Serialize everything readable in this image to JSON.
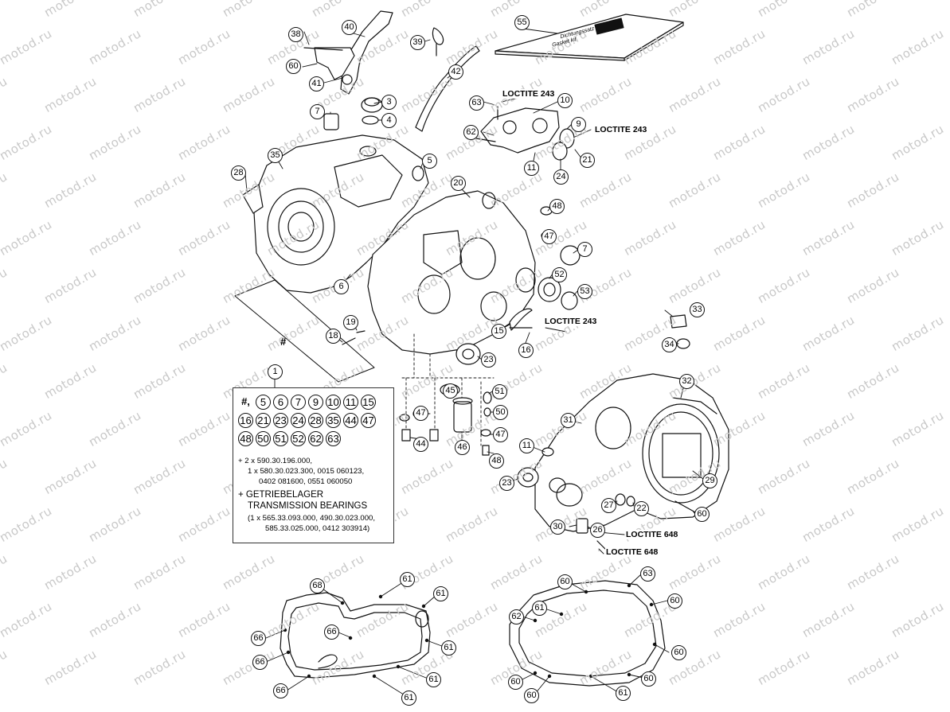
{
  "watermark": "motod.ru",
  "colors": {
    "line": "#111111",
    "watermark": "#c9c9c9",
    "background": "#ffffff"
  },
  "callouts": [
    {
      "id": "c40",
      "label": "40"
    },
    {
      "id": "c38",
      "label": "38"
    },
    {
      "id": "c60a",
      "label": "60"
    },
    {
      "id": "c41",
      "label": "41"
    },
    {
      "id": "c39",
      "label": "39"
    },
    {
      "id": "c42",
      "label": "42"
    },
    {
      "id": "c55",
      "label": "55"
    },
    {
      "id": "c7a",
      "label": "7"
    },
    {
      "id": "c3",
      "label": "3"
    },
    {
      "id": "c4",
      "label": "4"
    },
    {
      "id": "c63a",
      "label": "63"
    },
    {
      "id": "c10",
      "label": "10"
    },
    {
      "id": "c9",
      "label": "9"
    },
    {
      "id": "c62a",
      "label": "62"
    },
    {
      "id": "c11a",
      "label": "11"
    },
    {
      "id": "c24",
      "label": "24"
    },
    {
      "id": "c21",
      "label": "21"
    },
    {
      "id": "c35",
      "label": "35"
    },
    {
      "id": "c5",
      "label": "5"
    },
    {
      "id": "c28",
      "label": "28"
    },
    {
      "id": "c20",
      "label": "20"
    },
    {
      "id": "c48a",
      "label": "48"
    },
    {
      "id": "c47a",
      "label": "47"
    },
    {
      "id": "c7b",
      "label": "7"
    },
    {
      "id": "c6",
      "label": "6"
    },
    {
      "id": "c52",
      "label": "52"
    },
    {
      "id": "c53",
      "label": "53"
    },
    {
      "id": "c33",
      "label": "33"
    },
    {
      "id": "c34",
      "label": "34"
    },
    {
      "id": "c19",
      "label": "19"
    },
    {
      "id": "c18",
      "label": "18"
    },
    {
      "id": "c15",
      "label": "15"
    },
    {
      "id": "c16",
      "label": "16"
    },
    {
      "id": "c23a",
      "label": "23"
    },
    {
      "id": "c1",
      "label": "1"
    },
    {
      "id": "c45",
      "label": "45"
    },
    {
      "id": "c51",
      "label": "51"
    },
    {
      "id": "c47b",
      "label": "47"
    },
    {
      "id": "c50",
      "label": "50"
    },
    {
      "id": "c47c",
      "label": "47"
    },
    {
      "id": "c44",
      "label": "44"
    },
    {
      "id": "c46",
      "label": "46"
    },
    {
      "id": "c48b",
      "label": "48"
    },
    {
      "id": "c32",
      "label": "32"
    },
    {
      "id": "c31",
      "label": "31"
    },
    {
      "id": "c11b",
      "label": "11"
    },
    {
      "id": "c23b",
      "label": "23"
    },
    {
      "id": "c29",
      "label": "29"
    },
    {
      "id": "c27",
      "label": "27"
    },
    {
      "id": "c22",
      "label": "22"
    },
    {
      "id": "c60b",
      "label": "60"
    },
    {
      "id": "c30",
      "label": "30"
    },
    {
      "id": "c26",
      "label": "26"
    },
    {
      "id": "c68",
      "label": "68"
    },
    {
      "id": "c61a",
      "label": "61"
    },
    {
      "id": "c61b",
      "label": "61"
    },
    {
      "id": "c66a",
      "label": "66"
    },
    {
      "id": "c66b",
      "label": "66"
    },
    {
      "id": "c61c",
      "label": "61"
    },
    {
      "id": "c66c",
      "label": "66"
    },
    {
      "id": "c66d",
      "label": "66"
    },
    {
      "id": "c61d",
      "label": "61"
    },
    {
      "id": "c61e",
      "label": "61"
    },
    {
      "id": "c60c",
      "label": "60"
    },
    {
      "id": "c63b",
      "label": "63"
    },
    {
      "id": "c61f",
      "label": "61"
    },
    {
      "id": "c62b",
      "label": "62"
    },
    {
      "id": "c60d",
      "label": "60"
    },
    {
      "id": "c60e",
      "label": "60"
    },
    {
      "id": "c60f",
      "label": "60"
    },
    {
      "id": "c60g",
      "label": "60"
    },
    {
      "id": "c60h",
      "label": "60"
    },
    {
      "id": "c61g",
      "label": "61"
    }
  ],
  "loctite": [
    {
      "id": "l1",
      "text": "LOCTITE 243"
    },
    {
      "id": "l2",
      "text": "LOCTITE 243"
    },
    {
      "id": "l3",
      "text": "LOCTITE 243"
    },
    {
      "id": "l4",
      "text": "LOCTITE 648"
    },
    {
      "id": "l5",
      "text": "LOCTITE 648"
    }
  ],
  "hash_label": "#",
  "legend": {
    "items": [
      "#,",
      "5",
      "6",
      "7",
      "9",
      "10",
      "11",
      "15",
      "16",
      "21",
      "23",
      "24",
      "28",
      "35",
      "44",
      "47",
      "48",
      "50",
      "51",
      "52",
      "62",
      "63"
    ],
    "line1": "+ 2 x 590.30.196.000,",
    "line2": "1 x 580.30.023.300, 0015 060123,",
    "line3": "0402 081600, 0551 060050",
    "line4": "+ GETRIEBELAGER",
    "line5": "TRANSMISSION BEARINGS",
    "line6": "(1 x 565.33.093.000, 490.30.023.000,",
    "line7": "585.33.025.000, 0412 303914)"
  },
  "booklet": {
    "line1": "Dichtungssatz",
    "line2": "Gasket kit"
  }
}
